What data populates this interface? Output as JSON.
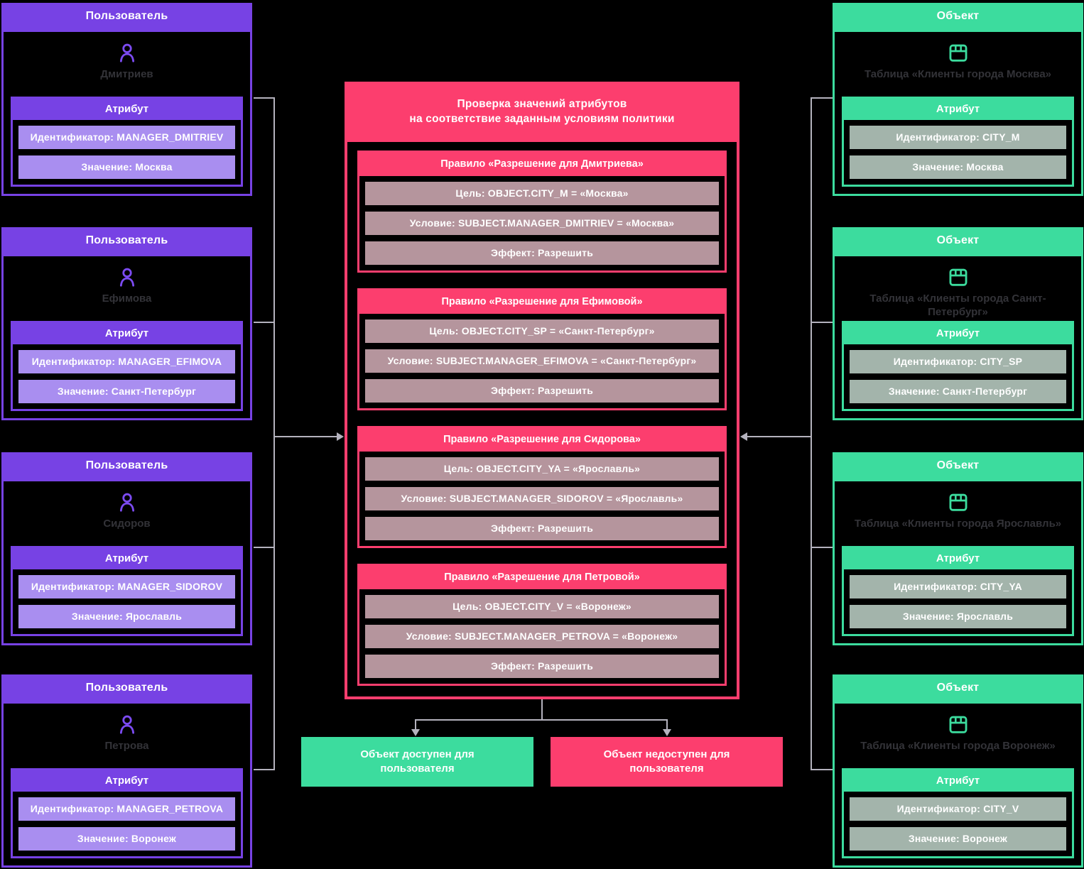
{
  "colors": {
    "purple": "#7742e4",
    "purple_light": "#a98ef0",
    "purple_icon": "#7c4bf2",
    "green": "#3cdc9e",
    "green_muted": "#a3b4ab",
    "pink": "#fc3e6e",
    "pink_muted": "#b5959d",
    "connector": "#b4b2bd",
    "card_name_text": "#333338",
    "background": "#000000"
  },
  "users": [
    {
      "type_label": "Пользователь",
      "name": "Дмитриев",
      "attr_label": "Атрибут",
      "identifier": "Идентификатор: MANAGER_DMITRIEV",
      "value": "Значение: Москва"
    },
    {
      "type_label": "Пользователь",
      "name": "Ефимова",
      "attr_label": "Атрибут",
      "identifier": "Идентификатор: MANAGER_EFIMOVA",
      "value": "Значение: Санкт-Петербург"
    },
    {
      "type_label": "Пользователь",
      "name": "Сидоров",
      "attr_label": "Атрибут",
      "identifier": "Идентификатор: MANAGER_SIDOROV",
      "value": "Значение: Ярославль"
    },
    {
      "type_label": "Пользователь",
      "name": "Петрова",
      "attr_label": "Атрибут",
      "identifier": "Идентификатор: MANAGER_PETROVA",
      "value": "Значение: Воронеж"
    }
  ],
  "objects": [
    {
      "type_label": "Объект",
      "name": "Таблица «Клиенты города Москва»",
      "attr_label": "Атрибут",
      "identifier": "Идентификатор: CITY_M",
      "value": "Значение: Москва"
    },
    {
      "type_label": "Объект",
      "name": "Таблица «Клиенты города Санкт-Петербург»",
      "attr_label": "Атрибут",
      "identifier": "Идентификатор: CITY_SP",
      "value": "Значение: Санкт-Петербург"
    },
    {
      "type_label": "Объект",
      "name": "Таблица «Клиенты города Ярославль»",
      "attr_label": "Атрибут",
      "identifier": "Идентификатор: CITY_YA",
      "value": "Значение: Ярославль"
    },
    {
      "type_label": "Объект",
      "name": "Таблица «Клиенты города Воронеж»",
      "attr_label": "Атрибут",
      "identifier": "Идентификатор: CITY_V",
      "value": "Значение: Воронеж"
    }
  ],
  "policy": {
    "title_line1": "Проверка значений атрибутов",
    "title_line2": "на соответствие заданным условиям политики",
    "rules": [
      {
        "title": "Правило «Разрешение для Дмитриева»",
        "target": "Цель: OBJECT.CITY_M = «Москва»",
        "condition": "Условие: SUBJECT.MANAGER_DMITRIEV = «Москва»",
        "effect": "Эффект: Разрешить"
      },
      {
        "title": "Правило «Разрешение для Ефимовой»",
        "target": "Цель: OBJECT.CITY_SP = «Санкт-Петербург»",
        "condition": "Условие: SUBJECT.MANAGER_EFIMOVA = «Санкт-Петербург»",
        "effect": "Эффект: Разрешить"
      },
      {
        "title": "Правило «Разрешение для Сидорова»",
        "target": "Цель: OBJECT.CITY_YA = «Ярославль»",
        "condition": "Условие: SUBJECT.MANAGER_SIDOROV = «Ярославль»",
        "effect": "Эффект: Разрешить"
      },
      {
        "title": "Правило «Разрешение для Петровой»",
        "target": "Цель: OBJECT.CITY_V = «Воронеж»",
        "condition": "Условие: SUBJECT.MANAGER_PETROVA = «Воронеж»",
        "effect": "Эффект: Разрешить"
      }
    ]
  },
  "outcomes": {
    "allowed": "Объект доступен для пользователя",
    "denied": "Объект недоступен для пользователя"
  }
}
